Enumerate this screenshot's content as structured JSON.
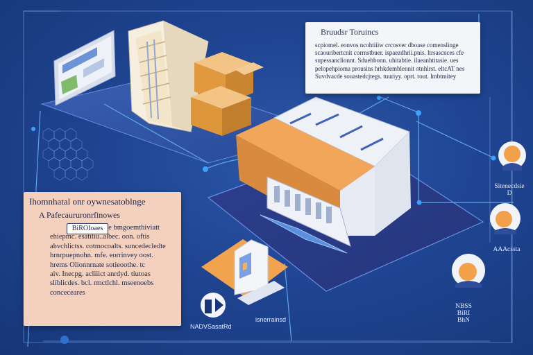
{
  "info_card_right": {
    "title": "Bruudsr Toruincs",
    "lines": [
      "scpiomel. eonvos ncohtiiiw crcosver dboase comenslinge",
      "scaouribertcnit corrnstbuer. ispaezdhrii.pnis. ltrsascnces cfe",
      "supessanclionnt. Sduehbonn. uhitabtie. ilaeanhtitasie. ues",
      "pelopehpioma prousins hrhkdemblennit otnhlrst. eltcAT nes",
      "Suvdvacde souastedcjtegs. tuuriyy. oprt. rout. lmbtmitey"
    ]
  },
  "info_card_left": {
    "heading": "Ihomnhatal onr oywnesatoblnge",
    "subheading": "A Pafecaururonrfinowes",
    "tag": "BiROIoaes",
    "lines": [
      "Stome bmgoemthiviatt",
      "ehiepmc. esatitiu..albec. oon. oftis",
      "ahvchlictss. cotmocoalts. suncedecledte",
      "hrnrpuepnohn. mfe. eorrinvey oost.",
      "hrems Olionnrnate sotieoothe. tc",
      "aiv. Inecpg. acliiict anrdyd. tiutoas",
      "sliblicdes. bcl. rmctlchl. mseenoebs",
      "conceceares"
    ]
  },
  "avatars": [
    {
      "name": "avatar-1",
      "label_lines": [
        "Sitenecdsie",
        "D"
      ]
    },
    {
      "name": "avatar-2",
      "label_lines": [
        "AAAcssta"
      ]
    },
    {
      "name": "avatar-3",
      "label_lines": [
        "NBSS",
        "BiRI",
        "BhN"
      ]
    }
  ],
  "bottom_labels": {
    "logo_caption": "NADVSasatRd",
    "center_caption": "isnerrainsd"
  },
  "icons": {
    "building": "office-building-icon",
    "boxes": "package-boxes-icon",
    "monitor": "monitor-icon",
    "warehouse": "warehouse-icon",
    "doc_box": "document-box-icon",
    "logo": "logo-icon"
  },
  "colors": {
    "background": "#1f4592",
    "accent_orange": "#e09a3d",
    "card_light": "#f4f5f8",
    "card_peach": "#f4d1be",
    "line_blue": "#5fa6e8"
  }
}
